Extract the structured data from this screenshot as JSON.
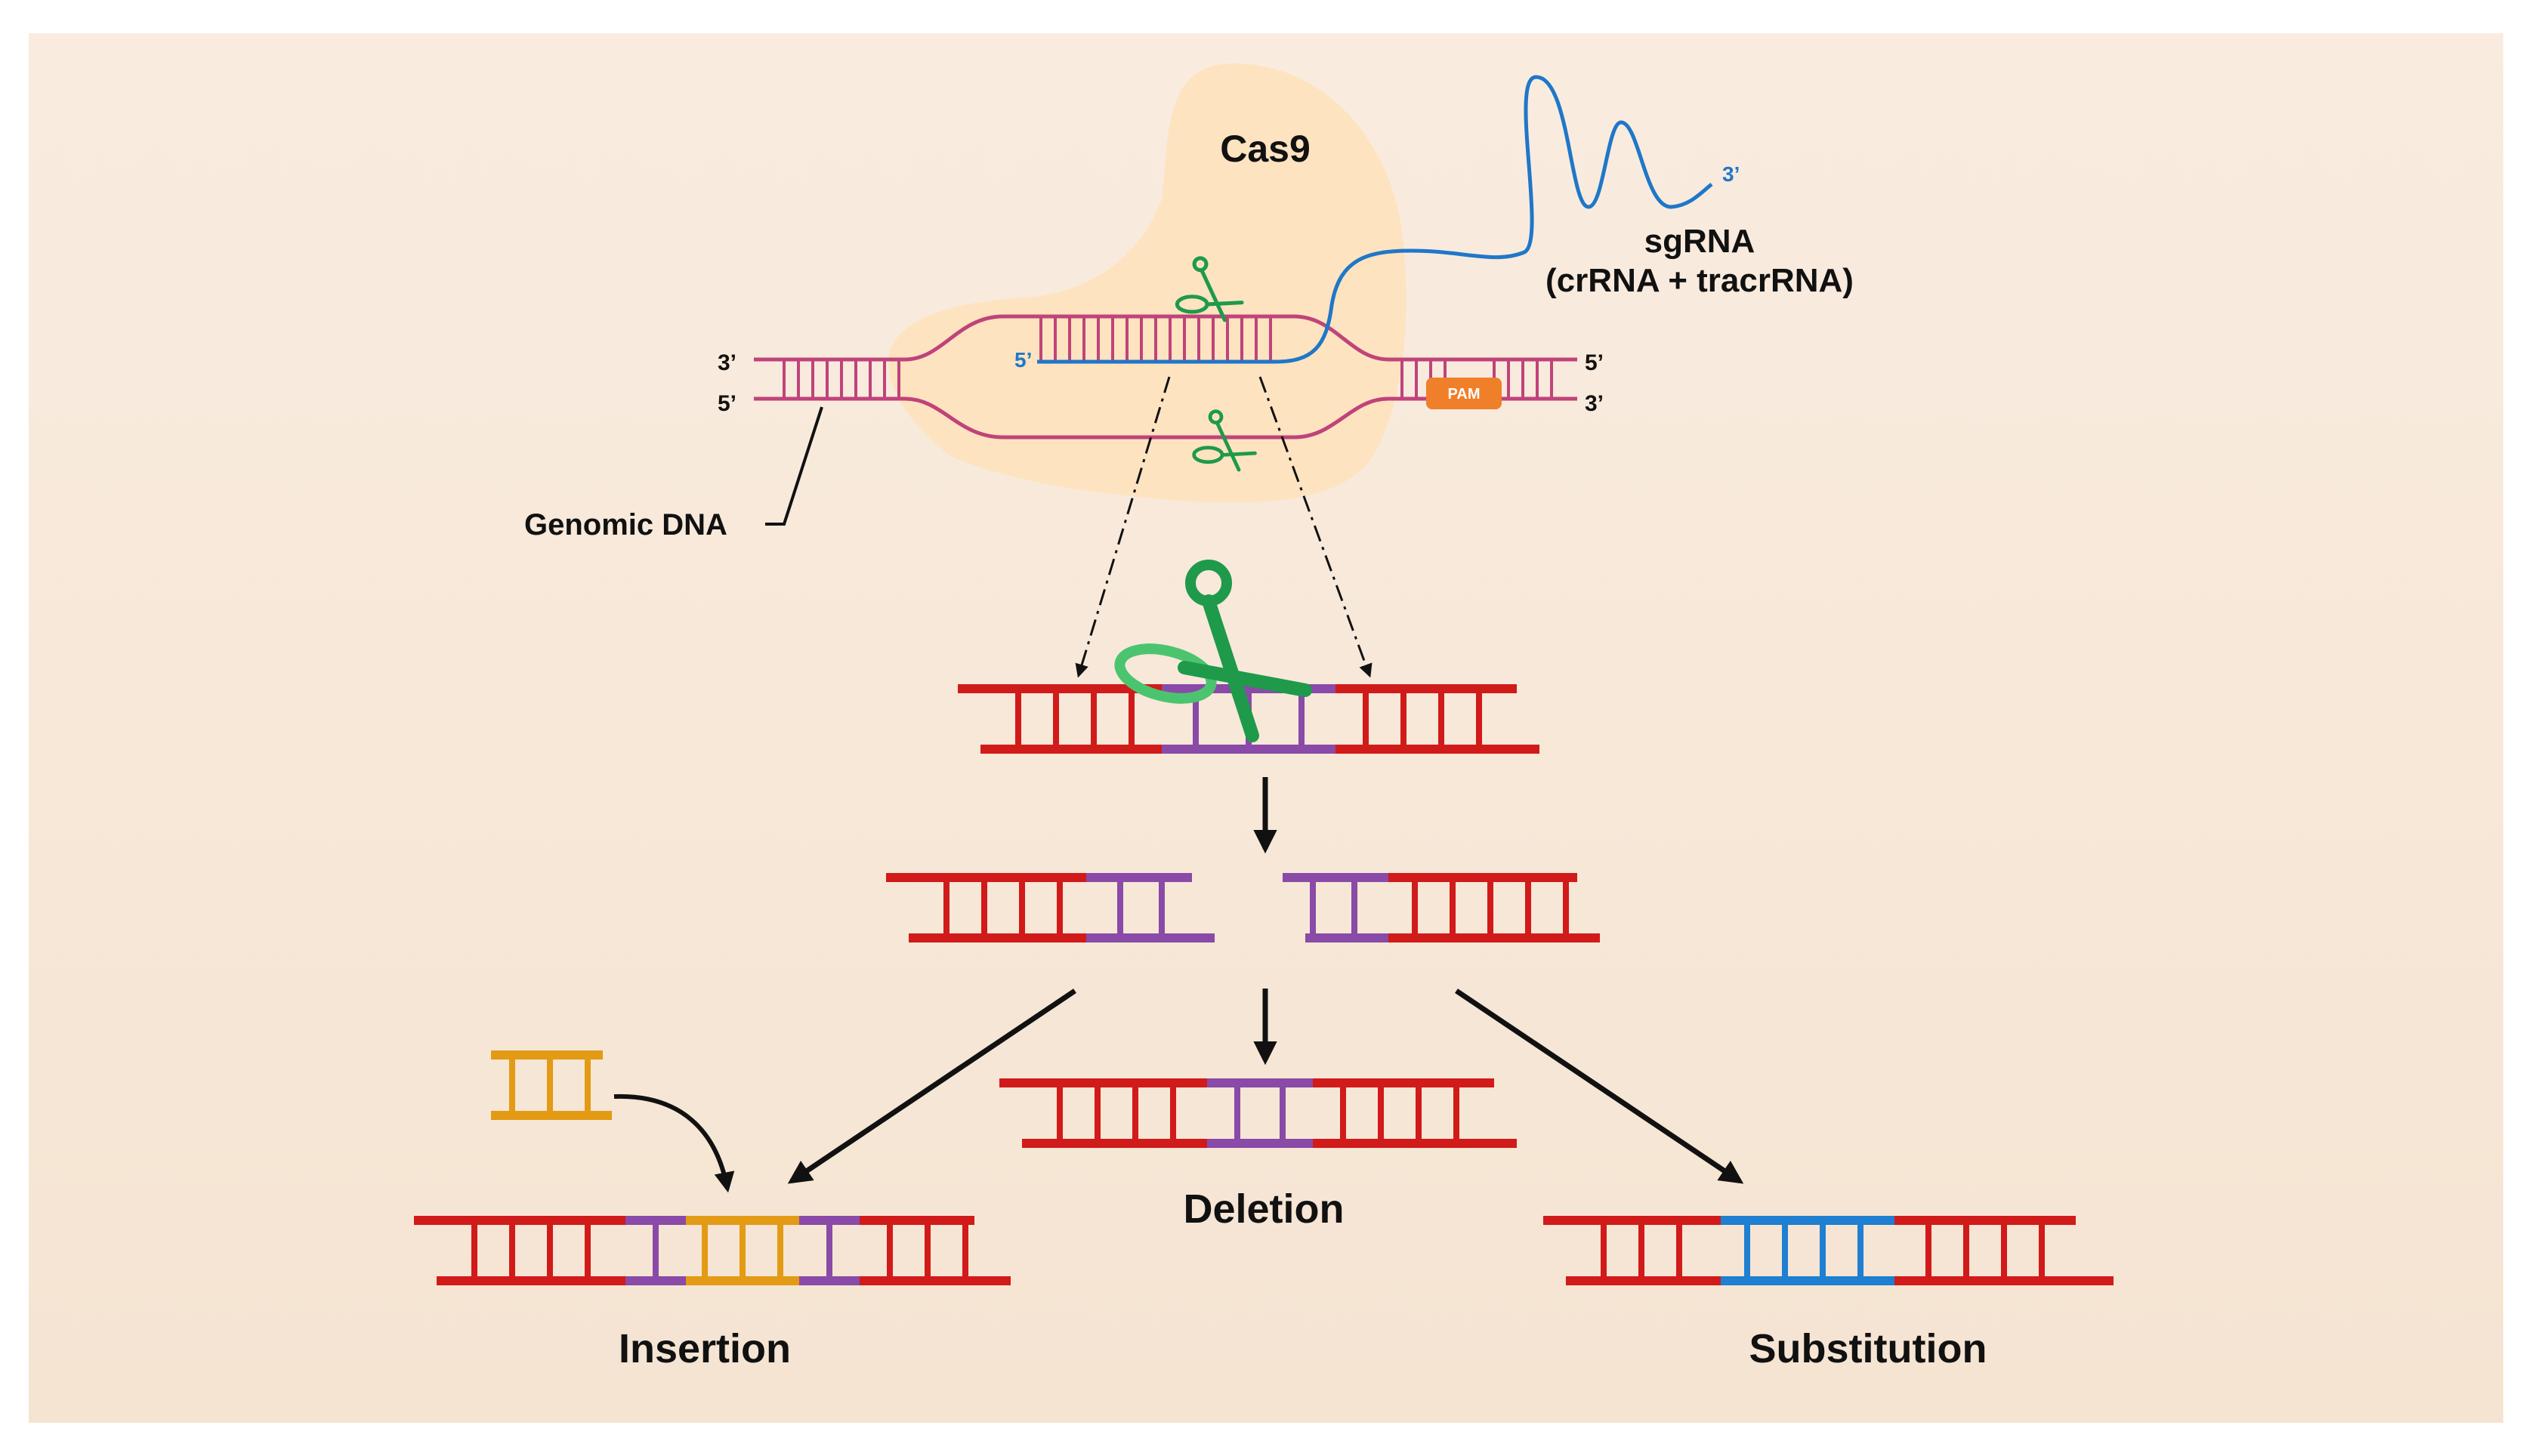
{
  "labels": {
    "cas9": "Cas9",
    "sgrna_line1": "sgRNA",
    "sgrna_line2": "(crRNA + tracrRNA)",
    "rna_3prime": "3’",
    "rna_5prime": "5’",
    "dna_left_top": "3’",
    "dna_left_bottom": "5’",
    "dna_right_top": "5’",
    "dna_right_bottom": "3’",
    "pam": "PAM",
    "genomic_dna": "Genomic DNA",
    "deletion": "Deletion",
    "insertion": "Insertion",
    "substitution": "Substitution"
  },
  "colors": {
    "background_gradient_top": "#f9ecdf",
    "background_gradient_bottom": "#f5e4d2",
    "cas9_blob": "#fde3c0",
    "genomic_dna": "#c0437a",
    "sgrna": "#1f77c8",
    "scissors": "#1e9a4a",
    "dna_red": "#d11a1a",
    "dna_purple": "#8a4aa8",
    "dna_orange": "#e39a15",
    "dna_blue": "#1f7fd1",
    "pam": "#f07f2a",
    "arrow": "#111111"
  }
}
